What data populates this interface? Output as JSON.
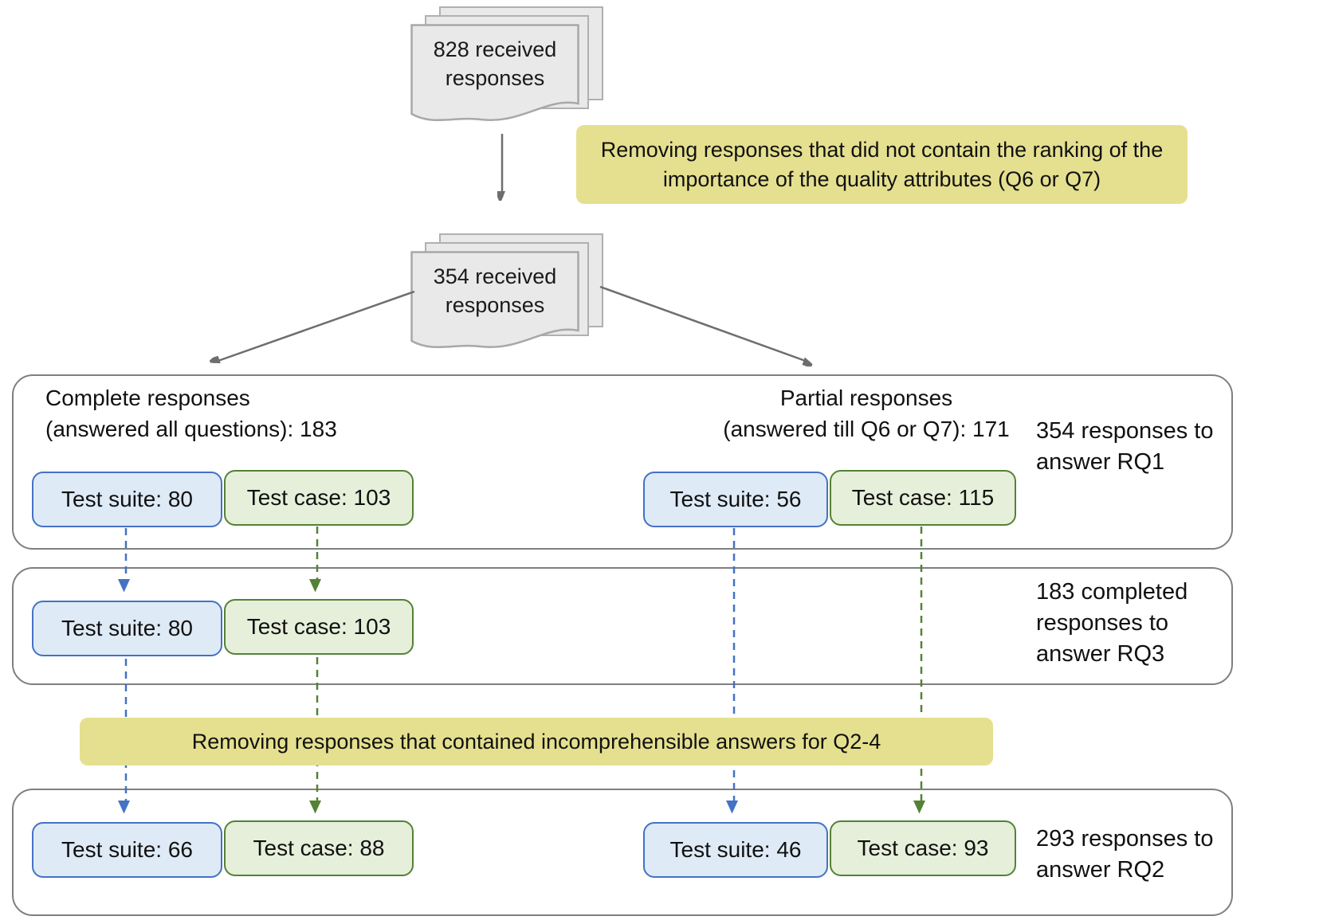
{
  "palette": {
    "blue_box_border": "#4472c4",
    "blue_box_fill": "#deeaf6",
    "green_box_border": "#548235",
    "green_box_fill": "#e6efda",
    "note_yellow": "#e5e08f",
    "container_border": "#7f7f7f",
    "document_fill": "#e9e9e9",
    "arrow_grey": "#6e6e6e"
  },
  "stacks": [
    {
      "label": "828 received responses"
    },
    {
      "label": "354 received responses"
    }
  ],
  "notes": [
    {
      "text": "Removing responses that did not contain the ranking of the importance of the quality attributes (Q6 or Q7)"
    },
    {
      "text": "Removing responses that contained incomprehensible answers for Q2-4"
    }
  ],
  "sections": [
    {
      "left_header_line1": "Complete responses",
      "left_header_line2": "(answered all questions): 183",
      "right_header_line1": "Partial responses",
      "right_header_line2": "(answered till Q6 or Q7): 171",
      "boxes": [
        {
          "label": "Test suite: 80"
        },
        {
          "label": "Test case: 103"
        },
        {
          "label": "Test suite: 56"
        },
        {
          "label": "Test case: 115"
        }
      ],
      "side_label": "354 responses to answer RQ1"
    },
    {
      "boxes": [
        {
          "label": "Test suite: 80"
        },
        {
          "label": "Test case: 103"
        }
      ],
      "side_label": "183 completed responses to answer RQ3"
    },
    {
      "boxes": [
        {
          "label": "Test suite: 66"
        },
        {
          "label": "Test case: 88"
        },
        {
          "label": "Test suite: 46"
        },
        {
          "label": "Test case: 93"
        }
      ],
      "side_label": "293 responses to answer RQ2"
    }
  ]
}
